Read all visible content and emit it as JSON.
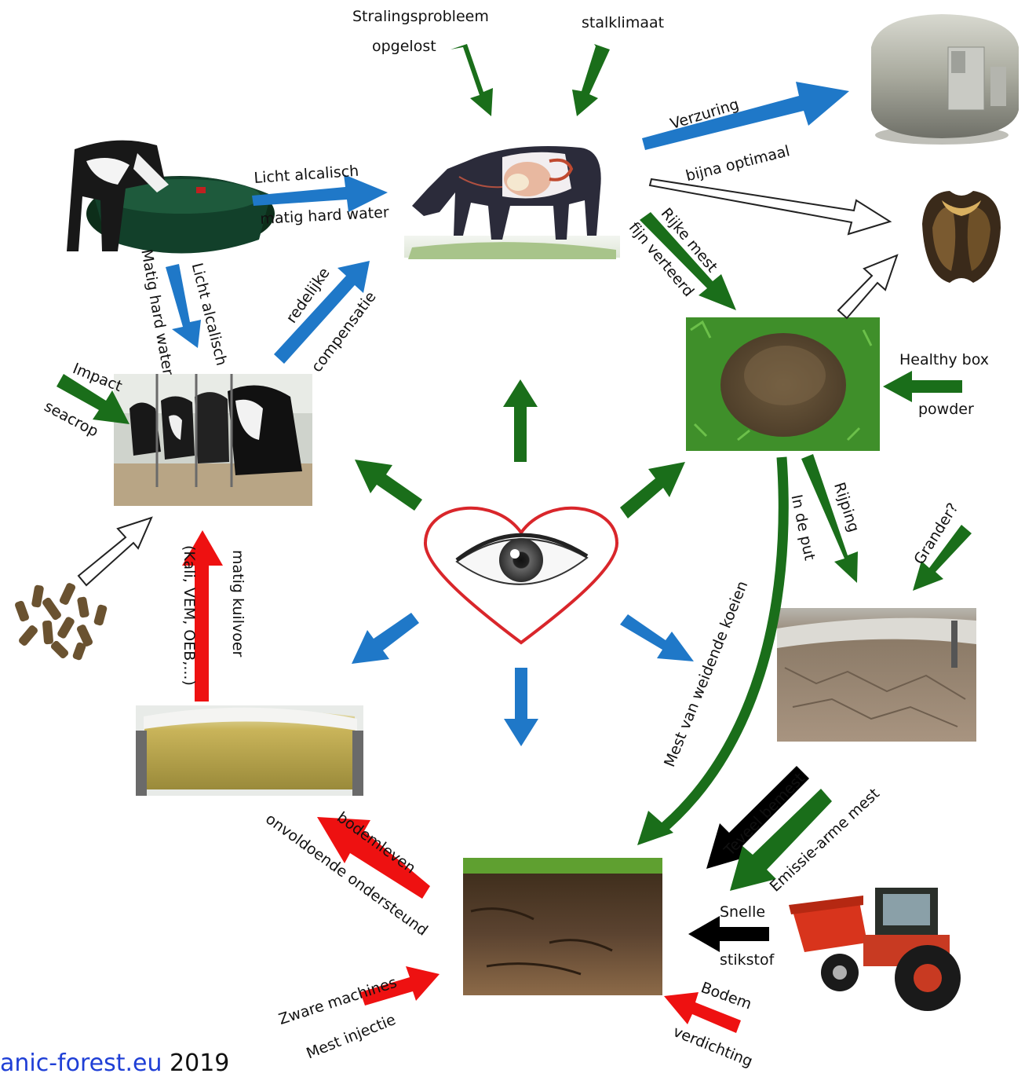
{
  "colors": {
    "green": "#1a6e1a",
    "blue": "#1f78c8",
    "red": "#ee1111",
    "black": "#000000",
    "heart": "#d9262b"
  },
  "images": {
    "water_trough": "cow-drinking-water-trough-photo",
    "cow_digestive": "grazing-cow-digestive-system-illustration",
    "milk_tank": "milk-cooling-tank-photo",
    "hoof": "diseased-hoof-photo",
    "cows_feeding": "cows-feeding-at-barrier-photo",
    "manure_pat": "manure-pat-on-grass-photo",
    "pellets": "feed-pellets-photo",
    "silage": "silage-bale-stack-photo",
    "manure_pit": "manure-storage-pit-photo",
    "soil": "soil-profile-photo",
    "spreader": "tractor-fertilizer-spreader-photo",
    "center": "eye-in-heart-illustration"
  },
  "labels": {
    "stralingsprobleem": "Stralingsprobleem",
    "opgelost": "opgelost",
    "stalklimaat": "stalklimaat",
    "verzuring": "Verzuring",
    "bijna_optimaal": "bijna optimaal",
    "licht_alcalisch_top": "Licht alcalisch",
    "matig_hard_water_top": "matig hard water",
    "rijke_mest": "Rijke mest",
    "fijn_verteerd": "fijn verteerd",
    "matig_hard_water_side": "Matig hard  water",
    "licht_alcalisch_side": "Licht alcalisch",
    "redelijke": "redelijke",
    "compensatie": "compensatie",
    "impact": "Impact",
    "seacrop": "seacrop",
    "healthy_box": "Healthy box",
    "powder": "powder",
    "in_de_put": "In de put",
    "rijping": "Rijping",
    "grander": "Grander?",
    "matig_kuilvoer": "matig kuilvoer",
    "kali_vem": "(Kali, VEM, OEB,...)",
    "mest_weidende": "Mest van weidende koeien",
    "teveel_bemest": "Teveel bemest",
    "emissie_arme": "Emissie-arme mest",
    "bodemleven": "bodemleven",
    "onvoldoende": "onvoldoende ondersteund",
    "snelle": "Snelle",
    "stikstof": "stikstof",
    "zware_machines": "Zware machines",
    "mest_injectie": "Mest injectie",
    "bodem": "Bodem",
    "verdichting": "verdichting"
  },
  "footer": {
    "link": "anic-forest.eu",
    "year": " 2019"
  }
}
